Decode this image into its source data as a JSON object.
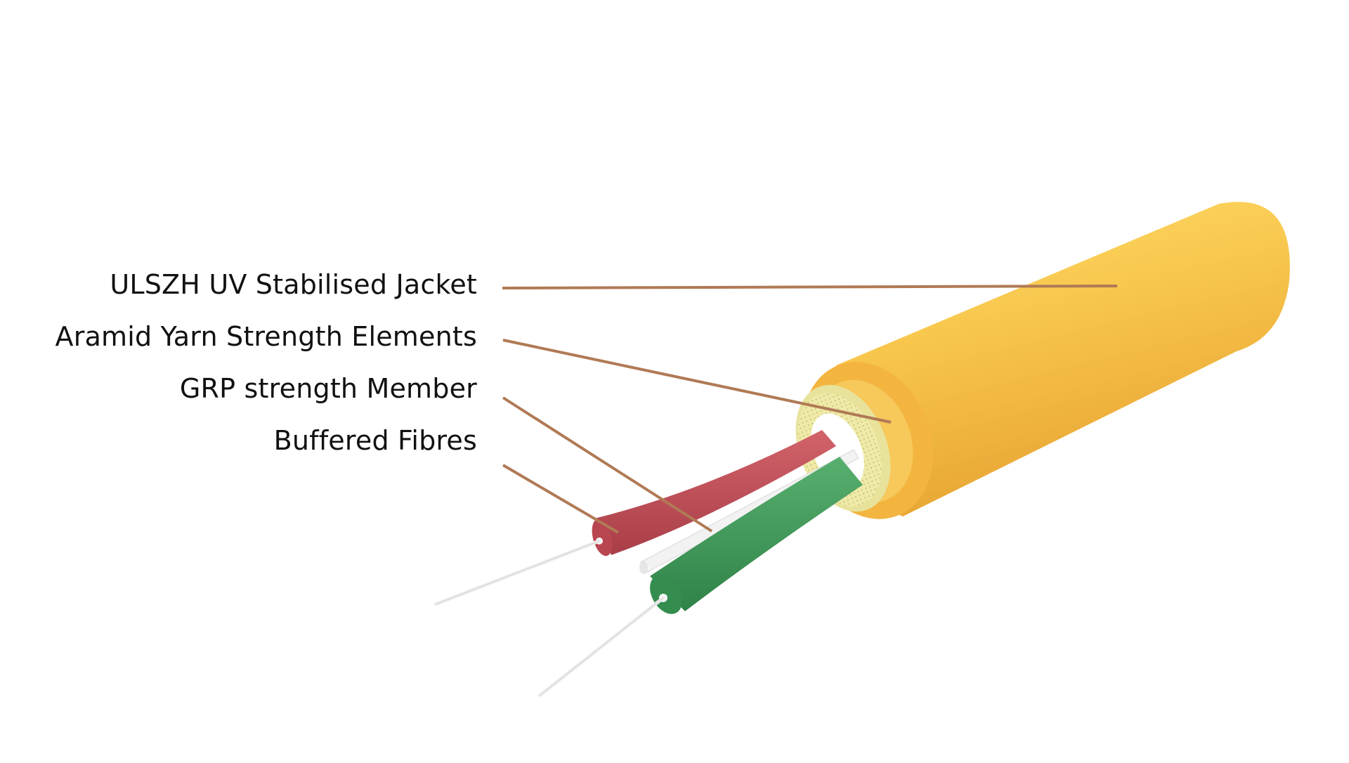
{
  "labels": {
    "jacket": "ULSZH UV Stabilised Jacket",
    "aramid": "Aramid Yarn Strength Elements",
    "grp": "GRP strength Member",
    "buffered": "Buffered Fibres"
  },
  "colors": {
    "jacket": "#f7c04a",
    "jacket_highlight": "#ffd95e",
    "jacket_shadow": "#e9a92f",
    "aramid": "#eae6a0",
    "buffer_red": "#c2505a",
    "buffer_green": "#3f9a5a",
    "fibre": "#f4f4f4",
    "leader_line": "#b07a55"
  }
}
